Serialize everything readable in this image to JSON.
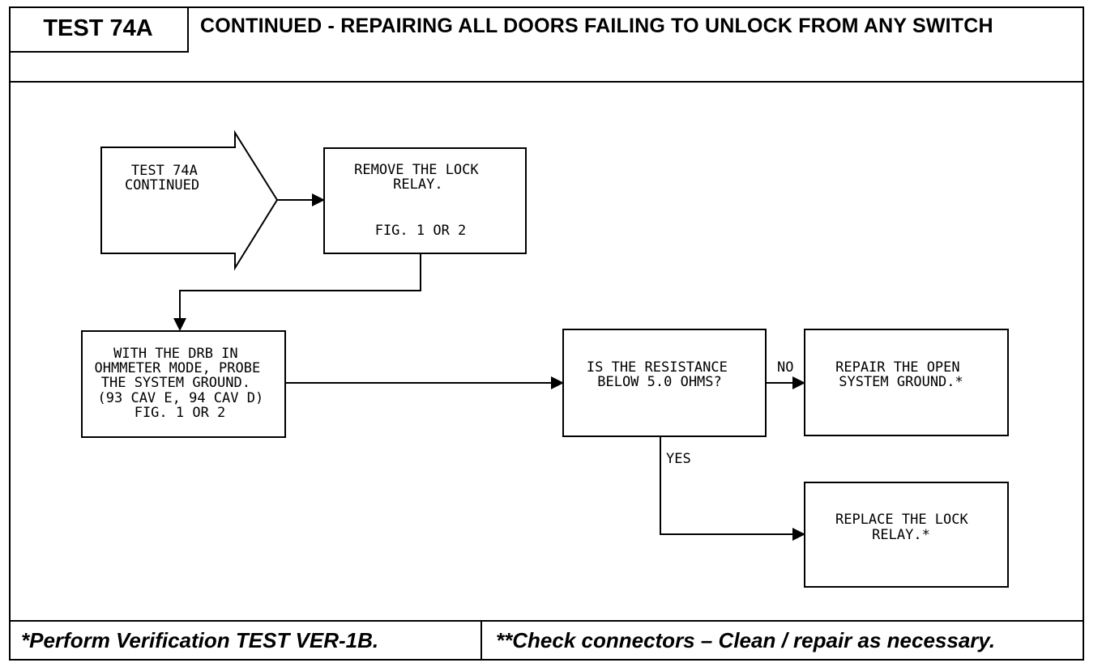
{
  "header": {
    "test_id": "TEST 74A",
    "title": "CONTINUED -  REPAIRING ALL DOORS FAILING TO UNLOCK FROM ANY SWITCH"
  },
  "diagram": {
    "start_arrow": {
      "lines": [
        "TEST 74A",
        "CONTINUED"
      ]
    },
    "remove_relay": {
      "lines": [
        "REMOVE THE LOCK",
        "RELAY.",
        "",
        "FIG. 1 OR 2"
      ]
    },
    "probe_ground": {
      "lines": [
        "WITH THE DRB IN",
        "OHMMETER MODE, PROBE",
        "THE SYSTEM GROUND.",
        "(93 CAV E, 94 CAV D)",
        "FIG. 1 OR 2"
      ]
    },
    "resistance_question": {
      "lines": [
        "IS THE RESISTANCE",
        "BELOW 5.0 OHMS?"
      ]
    },
    "repair_ground": {
      "lines": [
        "REPAIR THE OPEN",
        "SYSTEM GROUND.*"
      ]
    },
    "replace_relay": {
      "lines": [
        "REPLACE THE LOCK",
        "RELAY.*"
      ]
    },
    "label_no": "NO",
    "label_yes": "YES"
  },
  "footer": {
    "left": "*Perform Verification TEST VER-1B.",
    "right": "**Check connectors – Clean / repair as necessary."
  }
}
